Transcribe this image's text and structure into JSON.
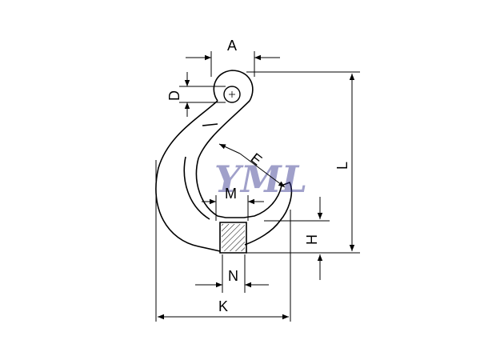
{
  "diagram": {
    "labels": {
      "A": "A",
      "D": "D",
      "E": "E",
      "M": "M",
      "L": "L",
      "H": "H",
      "N": "N",
      "K": "K"
    },
    "watermark": "YML",
    "colors": {
      "line": "#000000",
      "watermark": "#2e2f8c"
    }
  }
}
